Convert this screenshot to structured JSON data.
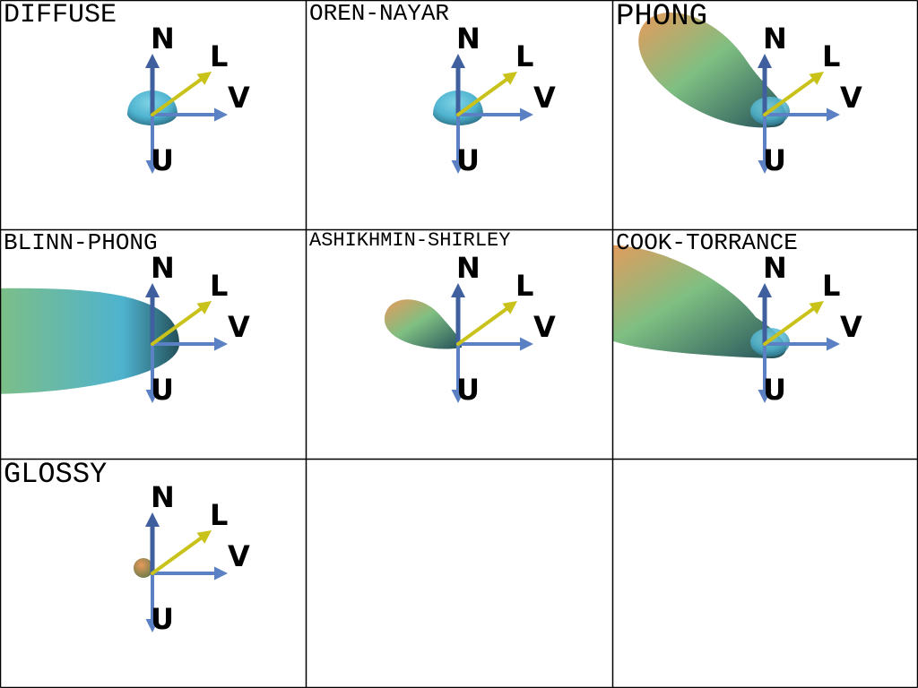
{
  "colors": {
    "background": "#ffffff",
    "grid_line": "#000000",
    "label": "#000000",
    "axis_arrow": "#5b80c4",
    "normal_arrow": "#3f5f9e",
    "light_arrow": "#c8c21a",
    "lobe_blue": "#4fb3cf",
    "lobe_green": "#7fbf82",
    "lobe_orange": "#e79a5b",
    "lobe_shadow": "#23505a"
  },
  "axis_labels": {
    "normal": "N",
    "light": "L",
    "view": "V",
    "tangent": "U"
  },
  "panels": [
    {
      "title": "DIFFUSE",
      "lobe": "diffuse"
    },
    {
      "title": "OREN-NAYAR",
      "lobe": "oren-nayar"
    },
    {
      "title": "PHONG",
      "lobe": "phong"
    },
    {
      "title": "BLINN-PHONG",
      "lobe": "blinn-phong"
    },
    {
      "title": "ASHIKHMIN-SHIRLEY",
      "lobe": "ashikhmin-shirley"
    },
    {
      "title": "COOK-TORRANCE",
      "lobe": "cook-torrance"
    },
    {
      "title": "GLOSSY",
      "lobe": "glossy"
    },
    {
      "title": "",
      "lobe": "none"
    },
    {
      "title": "",
      "lobe": "none"
    }
  ]
}
